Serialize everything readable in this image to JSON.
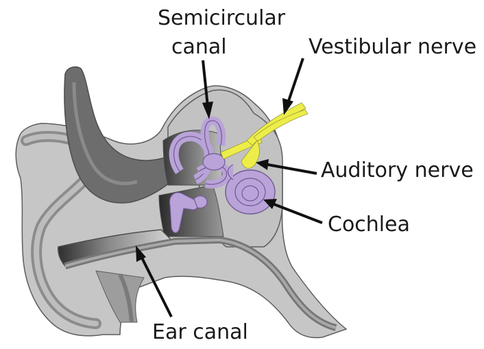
{
  "labels": {
    "semicircular_line1": "Semicircular",
    "semicircular_line2": "canal",
    "vestibular_nerve": "Vestibular nerve",
    "auditory_nerve": "Auditory nerve",
    "cochlea": "Cochlea",
    "ear_canal": "Ear canal"
  },
  "colors": {
    "outline": "#555555",
    "light_gray": "#c6c6c6",
    "mid_gray": "#a7a7a7",
    "dark_gray": "#6d6d6d",
    "inner_ear": "#b9a3d8",
    "nerve": "#eded4a",
    "arrow": "#111111"
  }
}
